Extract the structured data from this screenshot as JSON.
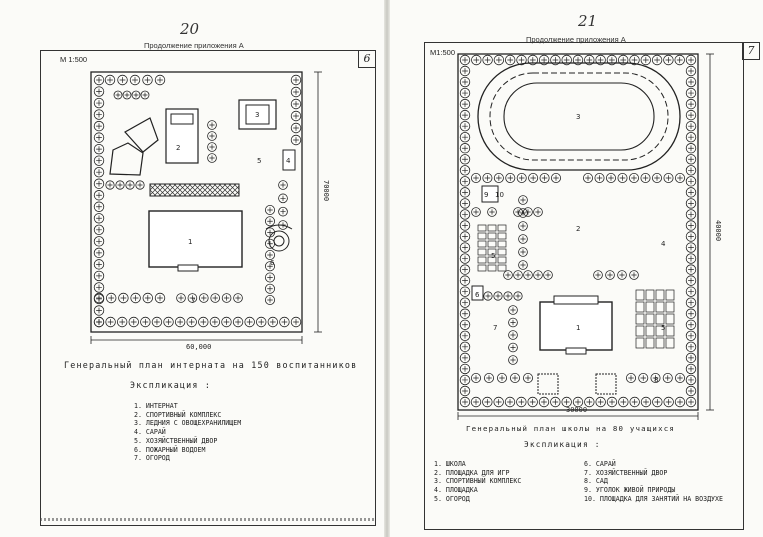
{
  "left_page": {
    "page_number": "20",
    "continuation": "Продолжение приложения А",
    "scale": "М 1:500",
    "sheet_number": "6",
    "dim_width": "60,000",
    "dim_height": "70000",
    "title": "Генеральный план интерната на 150 воспитанников",
    "explication_heading": "Экспликация :",
    "legend": [
      "1. ИНТЕРНАТ",
      "2. СПОРТИВНЫЙ КОМПЛЕКС",
      "3. ЛЕДНИЯ С ОВОЩЕХРАНИЛИЩЕМ",
      "4. САРАЙ",
      "5. ХОЗЯЙСТВЕННЫЙ ДВОР",
      "6. ПОЖАРНЫЙ ВОДОЕМ",
      "7. ОГОРОД"
    ],
    "plan_labels": [
      "1",
      "2",
      "3",
      "4",
      "5",
      "6",
      "7"
    ]
  },
  "right_page": {
    "page_number": "21",
    "continuation": "Продолжение приложения А",
    "scale": "М1:500",
    "sheet_number": "7",
    "dim_width": "30000",
    "dim_height": "40000",
    "title": "Генеральный план школы на 80 учащихся",
    "explication_heading": "Экспликация :",
    "legend_left": [
      "1. ШКОЛА",
      "2. ПЛОЩАДКА ДЛЯ ИГР",
      "3. СПОРТИВНЫЙ КОМПЛЕКС",
      "4. ПЛОЩАДКА",
      "5. ОГОРОД"
    ],
    "legend_right": [
      "6. САРАЙ",
      "7. ХОЗЯЙСТВЕННЫЙ ДВОР",
      "8. САД",
      "9. УГОЛОК ЖИВОЙ ПРИРОДЫ",
      "10. ПЛОЩАДКА ДЛЯ ЗАНЯТИЙ НА ВОЗДУХЕ"
    ],
    "plan_labels": [
      "1",
      "2",
      "3",
      "4",
      "5",
      "5",
      "6",
      "7",
      "8",
      "9",
      "10"
    ]
  }
}
